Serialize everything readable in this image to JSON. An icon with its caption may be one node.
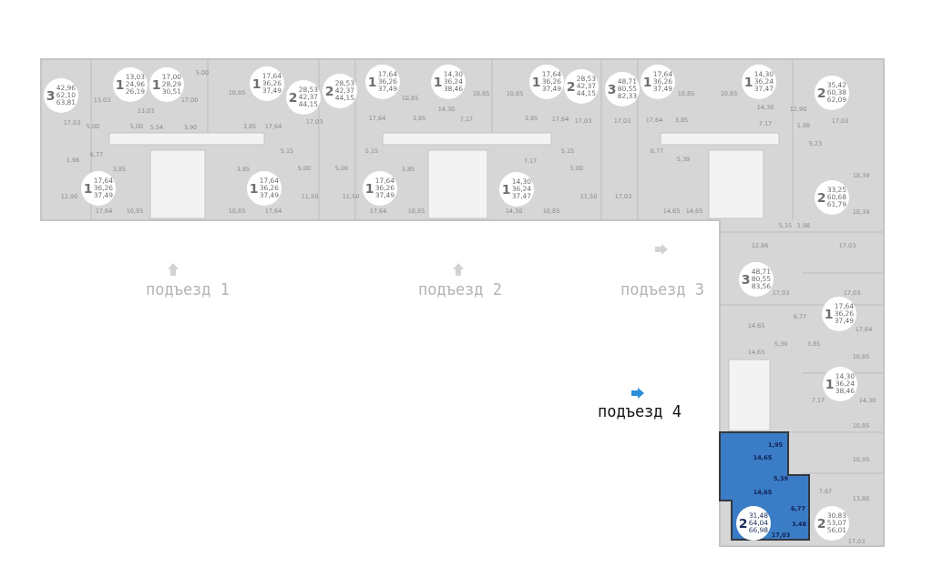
{
  "diagram": {
    "nodes": [
      {
        "text": [
          "3",
          "42,96 62,10 63,81"
        ]
      },
      {
        "text": [
          "1",
          "13,03 24,96 26,19"
        ]
      },
      {
        "text": [
          "1",
          "17,00 28,29 30,51"
        ]
      },
      {
        "text": [
          "1",
          "17,64 36,26 37,49"
        ]
      },
      {
        "text": [
          "2",
          "28,53 42,37 44,15"
        ]
      },
      {
        "text": [
          "1",
          "17,64 36,26 37,49"
        ]
      },
      {
        "text": [
          "1",
          "17,64 36,26 37,49"
        ]
      },
      {
        "text": [
          "2",
          "28,53 42,37 44,15"
        ]
      },
      {
        "text": [
          "1",
          "17,64 36,26 37,49"
        ]
      },
      {
        "text": [
          "1",
          "14,30 36,24 38,46"
        ]
      },
      {
        "text": [
          "1",
          "17,64 36,26 37,49"
        ]
      },
      {
        "text": [
          "2",
          "28,53 42,37 44,15"
        ]
      },
      {
        "text": [
          "3",
          "48,71 80,55 82,33"
        ]
      },
      {
        "text": [
          "1",
          "17,64 36,26 37,49"
        ]
      },
      {
        "text": [
          "1",
          "14,30 36,24 37,47"
        ]
      },
      {
        "text": [
          "1",
          "17,64 36,26 37,49"
        ]
      },
      {
        "text": [
          "1",
          "14,30 36,24 37,47"
        ]
      },
      {
        "text": [
          "2",
          "35,42 60,38 62,09"
        ]
      },
      {
        "text": [
          "2",
          "33,25 60,68 61,79"
        ]
      },
      {
        "text": [
          "3",
          "48,71 80,55 83,56"
        ]
      },
      {
        "text": [
          "1",
          "17,64 36,26 37,49"
        ]
      },
      {
        "text": [
          "1",
          "14,30 36,24 38,46"
        ]
      },
      {
        "text": [
          "2",
          "31,48 64,04 66,98"
        ]
      },
      {
        "text": [
          "2",
          "30,83 53,07 56,01"
        ]
      }
    ],
    "labels": [
      "17,03",
      "13,03",
      "5,00",
      "13,03",
      "5,00",
      "5,54",
      "17,00",
      "5,00",
      "3,90",
      "10,85",
      "3,85",
      "17,64",
      "17,03",
      "6,77",
      "1,98",
      "12,90",
      "17,64",
      "10,85",
      "3,85",
      "3,85",
      "10,85",
      "17,64",
      "5,15",
      "5,00",
      "11,50",
      "5,00",
      "11,50",
      "17,64",
      "10,85",
      "3,85",
      "5,15",
      "10,85",
      "17,64",
      "3,85",
      "14,30",
      "7,17",
      "10,85",
      "10,85",
      "3,85",
      "17,64",
      "17,03",
      "17,03",
      "5,15",
      "5,00",
      "11,50",
      "17,03",
      "7,17",
      "14,30",
      "10,85",
      "6,77",
      "5,39",
      "14,65",
      "14,65",
      "10,85",
      "10,85",
      "17,64",
      "3,85",
      "14,30",
      "7,17",
      "12,90",
      "1,98",
      "17,03",
      "5,23",
      "18,39",
      "18,39",
      "5,15",
      "1,98",
      "12,86",
      "17,03",
      "17,03",
      "17,03",
      "14,65",
      "6,77",
      "17,64",
      "5,39",
      "3,85",
      "14,65",
      "10,85",
      "7,17",
      "14,30",
      "10,85",
      "10,95",
      "7,67",
      "13,80",
      "17,03",
      "1,95",
      "14,65",
      "5,39",
      "14,65",
      "6,77",
      "3,48",
      "17,03",
      "подъезд 1",
      "подъезд 2",
      "подъезд 3",
      "подъезд 4"
    ]
  }
}
